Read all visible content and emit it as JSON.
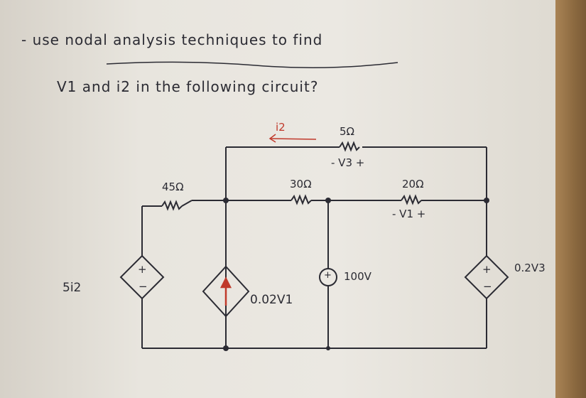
{
  "question": {
    "line1": "- use nodal analysis techniques to find",
    "line2": "V1 and i2 in the following circuit?"
  },
  "labels": {
    "i2_arrow": "i2",
    "r5": "5Ω",
    "v3": "- V3 +",
    "r45": "45Ω",
    "r30": "30Ω",
    "r20": "20Ω",
    "v1": "- V1 +",
    "src_5i2": "5i2",
    "src_100v": "100V",
    "src_cs": "0.02V1",
    "src_02v3": "0.2V3",
    "plus": "+",
    "minus": "−"
  },
  "colors": {
    "ink": "#2b2b33",
    "red_arrow": "#c0392b"
  }
}
